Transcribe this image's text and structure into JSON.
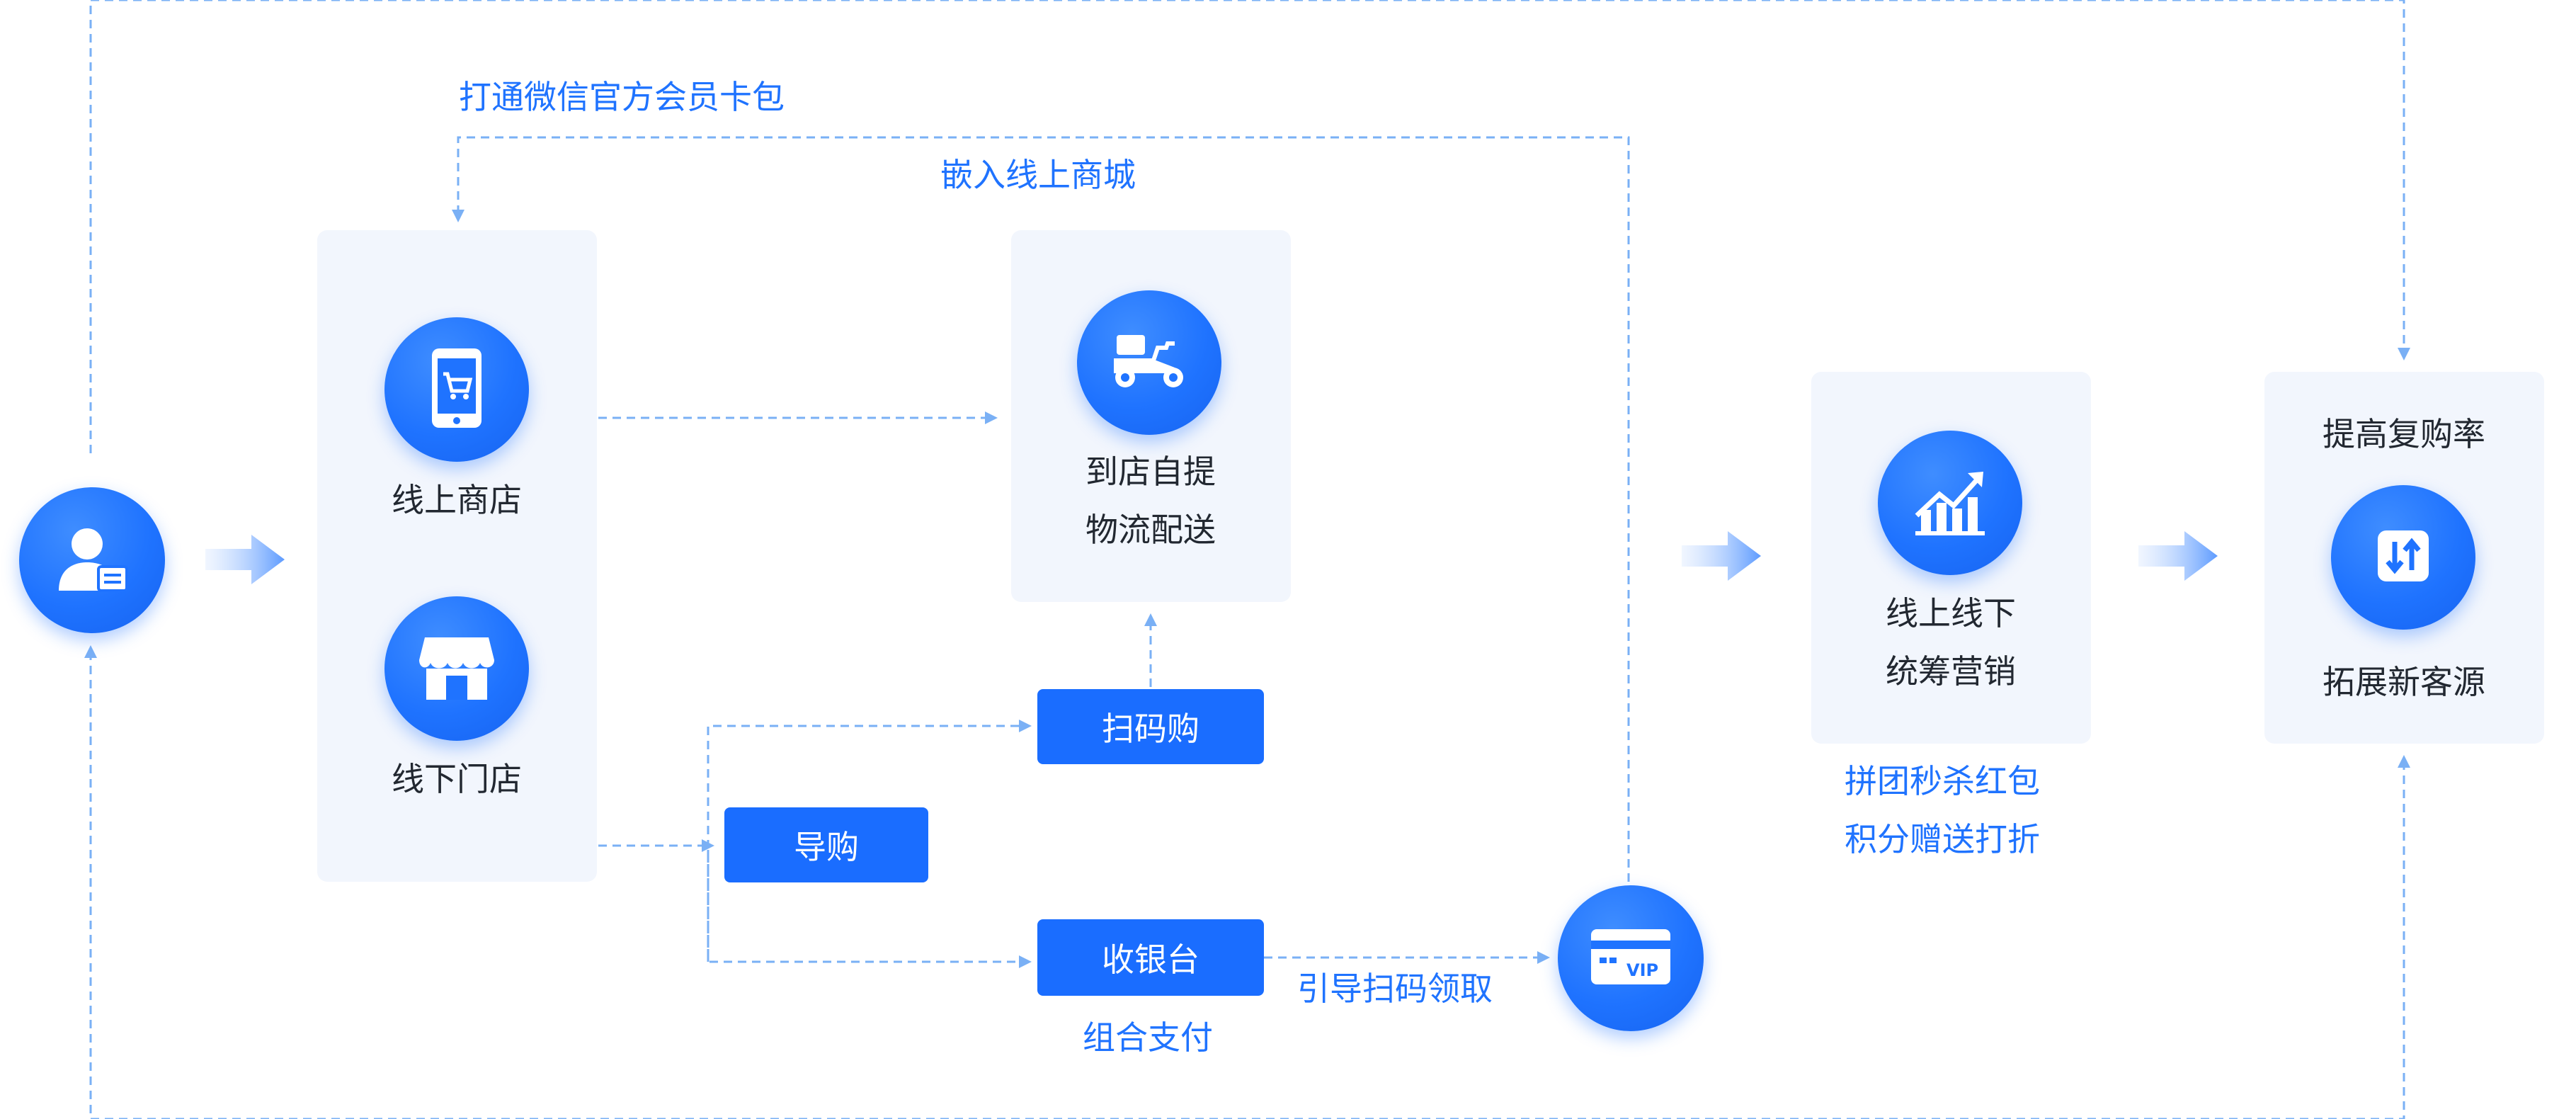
{
  "labels": {
    "wechat_card": "打通微信官方会员卡包",
    "embed_mall": "嵌入线上商城",
    "online_store": "线上商店",
    "offline_store": "线下门店",
    "pickup_line1": "到店自提",
    "pickup_line2": "物流配送",
    "scan_buy": "扫码购",
    "guide": "导购",
    "cashier": "收银台",
    "combined_pay": "组合支付",
    "guide_scan": "引导扫码领取",
    "marketing_line1": "线上线下",
    "marketing_line2": "统筹营销",
    "promo_line1": "拼团秒杀红包",
    "promo_line2": "积分赠送打折",
    "repurchase": "提高复购率",
    "expand": "拓展新客源",
    "vip": "VIP"
  },
  "icons": {
    "member": "member-user-icon",
    "phone_cart": "mobile-cart-icon",
    "shop": "storefront-icon",
    "scooter": "delivery-scooter-icon",
    "chart": "rising-chart-icon",
    "exchange": "up-down-arrows-icon",
    "vip_card": "vip-card-icon"
  },
  "colors": {
    "accent": "#1f73ff",
    "panel_bg": "#f2f6fd",
    "dashed_line": "#7ab0f5",
    "text_dark": "#222831"
  }
}
